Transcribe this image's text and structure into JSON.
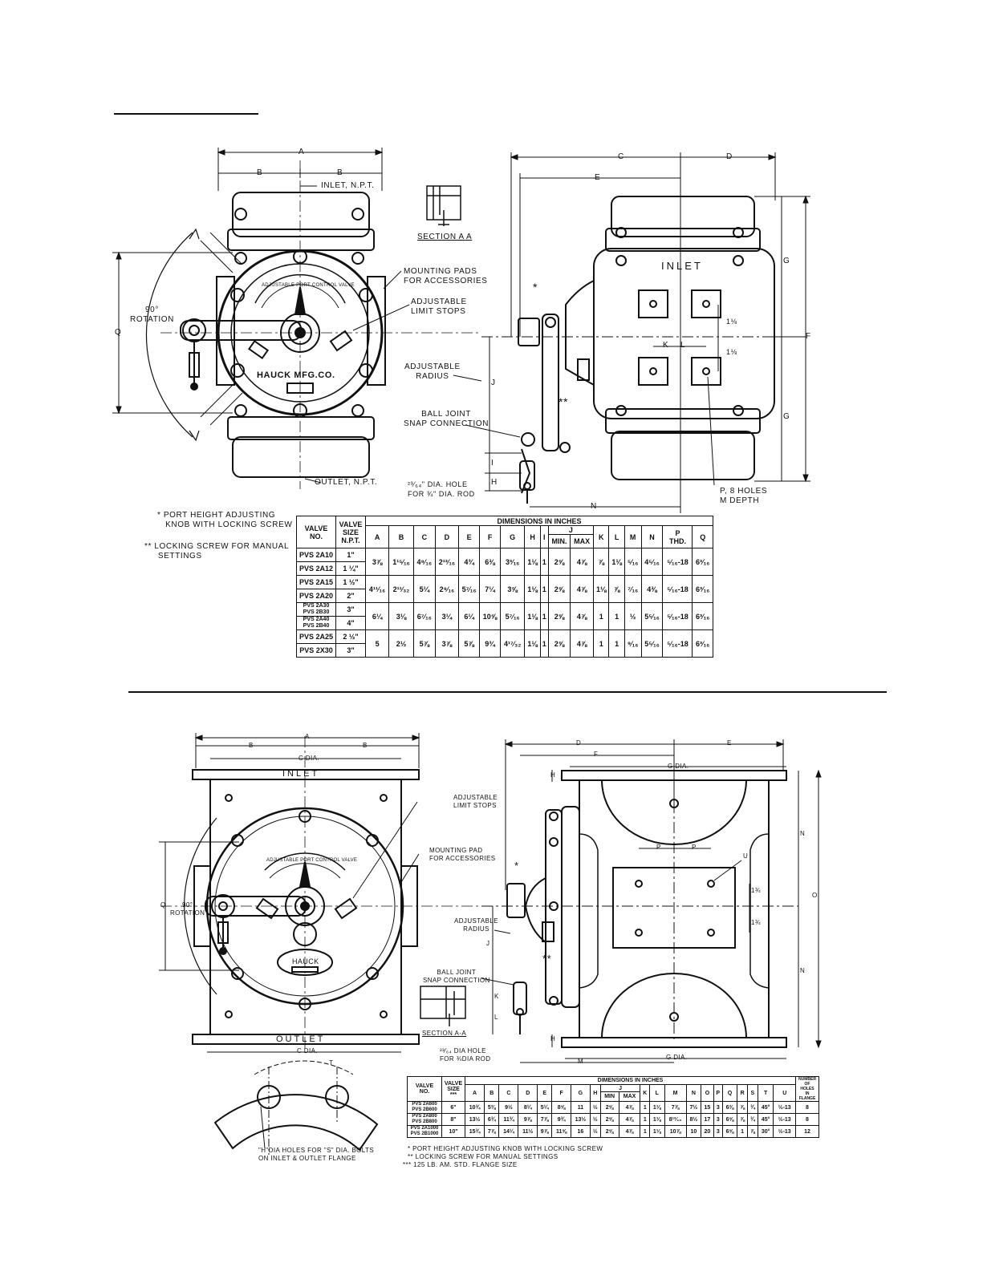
{
  "top": {
    "labels": {
      "inlet_npt": "INLET, N.P.T.",
      "section": "SECTION A A",
      "mounting_pads": "MOUNTING PADS\nFOR ACCESSORIES",
      "limit_stops": "ADJUSTABLE\nLIMIT STOPS",
      "adjustable_radius": "ADJUSTABLE\nRADIUS",
      "ball_joint": "BALL JOINT\nSNAP CONNECTION",
      "hole": "²³⁄₆₄\" DIA. HOLE\nFOR ¾\" DIA. ROD",
      "outlet_npt": "OUTLET, N.P.T.",
      "rotation": "90°\nROTATION",
      "inlet": "INLET",
      "p_holes": "P, 8 HOLES\nM DEPTH",
      "single_star": "*",
      "double_star": "**",
      "dial": "ADJUSTABLE PORT CONTROL VALVE",
      "brand": "HAUCK MFG.CO."
    },
    "dims": {
      "A": "A",
      "B": "B",
      "C": "C",
      "D": "D",
      "E": "E",
      "F": "F",
      "G": "G",
      "H": "H",
      "I": "I",
      "J": "J",
      "K": "K",
      "L": "L",
      "N": "N",
      "Q": "Q",
      "one_eighth": "1⅛"
    },
    "notes": [
      "* PORT HEIGHT ADJUSTING\n   KNOB WITH LOCKING SCREW",
      "** LOCKING SCREW FOR MANUAL\n     SETTINGS"
    ],
    "table": {
      "h_valve_no": "VALVE\nNO.",
      "h_valve_size": "VALVE\nSIZE\nN.P.T.",
      "h_dimensions": "DIMENSIONS IN INCHES",
      "cols": [
        "A",
        "B",
        "C",
        "D",
        "E",
        "F",
        "G",
        "H",
        "I",
        "J",
        "K",
        "L",
        "M",
        "N",
        "P\nTHD.",
        "Q"
      ],
      "j_sub": [
        "MIN.",
        "MAX"
      ],
      "rows": [
        {
          "valves": [
            "PVS 2A10",
            "PVS 2A12"
          ],
          "sizes": [
            "1\"",
            "1 ¼\""
          ],
          "vals": [
            "3⅞",
            "1¹⁵⁄₁₆",
            "4⁹⁄₁₆",
            "2¹³⁄₁₆",
            "4¾",
            "6⅜",
            "3³⁄₁₆",
            "1⅛",
            "1",
            "2⅝",
            "4⅞",
            "⅞",
            "1⅛",
            "⁵⁄₁₆",
            "4⁵⁄₁₆",
            "⁵⁄₁₆-18",
            "6³⁄₁₆"
          ]
        },
        {
          "valves": [
            "PVS 2A15",
            "PVS 2A20"
          ],
          "sizes": [
            "1 ½\"",
            "2\""
          ],
          "vals": [
            "4¹¹⁄₁₆",
            "2¹¹⁄₃₂",
            "5¼",
            "2⁹⁄₁₆",
            "5⁷⁄₁₆",
            "7¼",
            "3⅝",
            "1⅛",
            "1",
            "2⅝",
            "4⅞",
            "1⅛",
            "⅞",
            "⁷⁄₁₆",
            "4⅜",
            "⁵⁄₁₆-18",
            "6³⁄₁₆"
          ]
        },
        {
          "valves": [
            "PVS 2A30",
            "PVS 2B30",
            "PVS 2A40",
            "PVS 2B40"
          ],
          "sizes": [
            "3\"",
            "4\""
          ],
          "vals": [
            "6¼",
            "3⅛",
            "6⁷⁄₁₆",
            "3¼",
            "6¼",
            "10⅝",
            "5⁷⁄₁₆",
            "1⅛",
            "1",
            "2⅝",
            "4⅞",
            "1",
            "1",
            "½",
            "5⁵⁄₁₆",
            "⁵⁄₁₆-18",
            "6³⁄₁₆"
          ]
        },
        {
          "valves": [
            "PVS 2A25",
            "PVS 2X30"
          ],
          "sizes": [
            "2 ½\"",
            "3\""
          ],
          "vals": [
            "5",
            "2½",
            "5⅞",
            "3⅞",
            "5⅞",
            "9¾",
            "4¹⁷⁄₃₂",
            "1⅛",
            "1",
            "2⅝",
            "4⅞",
            "1",
            "1",
            "⁹⁄₁₆",
            "5⁵⁄₁₆",
            "⁵⁄₁₆-18",
            "6³⁄₁₆"
          ]
        }
      ]
    }
  },
  "bottom": {
    "labels": {
      "inlet": "INLET",
      "outlet": "OUTLET",
      "limit_stops": "ADJUSTABLE\nLIMIT STOPS",
      "mounting_pad": "MOUNTING PAD\nFOR ACCESSORIES",
      "adjustable_radius": "ADJUSTABLE\nRADIUS",
      "ball_joint": "BALL JOINT\nSNAP CONNECTION",
      "section": "SECTION A-A",
      "hole": "²³⁄₆₄ DIA HOLE\nFOR ¾DIA ROD",
      "flange_holes": "\"H\"DIA HOLES FOR \"S\" DIA. BOLTS\nON INLET & OUTLET FLANGE",
      "rotation": "90°\nROTATION",
      "dial": "ADJUSTABLE PORT CONTROL VALVE",
      "brand": "HAUCK",
      "single_star": "*",
      "double_star": "**"
    },
    "dims": {
      "A": "A",
      "B": "B",
      "C_dia": "C DIA.",
      "D": "D",
      "E": "E",
      "F": "F",
      "G_dia": "G DIA.",
      "H": "H",
      "J": "J",
      "K": "K",
      "L": "L",
      "M": "M",
      "N": "N",
      "O": "O",
      "P": "P",
      "Q": "Q",
      "T": "T",
      "U": "U",
      "one_quarter": "1¾"
    },
    "notes": [
      "* PORT HEIGHT ADJUSTING KNOB WITH LOCKING SCREW",
      "** LOCKING SCREW FOR MANUAL SETTINGS",
      "*** 125 LB. AM. STD. FLANGE SIZE"
    ],
    "table": {
      "h_valve_no": "VALVE\nNO.",
      "h_valve_size": "VALVE\nSIZE\n***",
      "h_dimensions": "DIMENSIONS IN INCHES",
      "h_holes": "NUMBER\nOF\nHOLES\nIN\nFLANGE",
      "cols": [
        "A",
        "B",
        "C",
        "D",
        "E",
        "F",
        "G",
        "H",
        "J",
        "K",
        "L",
        "M",
        "N",
        "O",
        "P",
        "Q",
        "R",
        "S",
        "T",
        "U"
      ],
      "j_sub": [
        "MIN",
        "MAX"
      ],
      "rows": [
        {
          "valves": [
            "PVS 2A600",
            "PVS 2B600"
          ],
          "size": "6\"",
          "vals": [
            "10¾",
            "5⅜",
            "9½",
            "8¼",
            "5¼",
            "8⅝",
            "11",
            "½",
            "2⅝",
            "4⅞",
            "1",
            "1⅛",
            "7⅞",
            "7½",
            "15",
            "3",
            "6⅜",
            "⅞",
            "¾",
            "45°",
            "½-13"
          ],
          "holes": "8"
        },
        {
          "valves": [
            "PVS 2A800",
            "PVS 2B800"
          ],
          "size": "8\"",
          "vals": [
            "13½",
            "6¾",
            "11¾",
            "9⅞",
            "7⅞",
            "9¾",
            "13½",
            "½",
            "2⅝",
            "4⅞",
            "1",
            "1⅛",
            "8¹³⁄₁₆",
            "8½",
            "17",
            "3",
            "6⅝",
            "⅞",
            "¾",
            "45°",
            "½-13"
          ],
          "holes": "8"
        },
        {
          "valves": [
            "PVS 2A1000",
            "PVS 2B1000"
          ],
          "size": "10\"",
          "vals": [
            "15¾",
            "7⅞",
            "14¼",
            "11½",
            "9⅞",
            "11⅝",
            "16",
            "½",
            "2⅝",
            "4⅞",
            "1",
            "1⅛",
            "10⅞",
            "10",
            "20",
            "3",
            "6⅝",
            "1",
            "⅞",
            "30°",
            "½-13"
          ],
          "holes": "12"
        }
      ]
    }
  }
}
